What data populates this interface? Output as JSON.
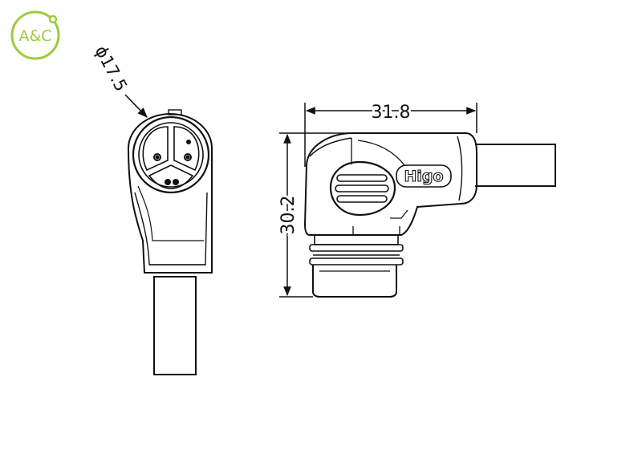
{
  "logo": {
    "text": "A&C",
    "color": "#9ccc3c"
  },
  "front_view": {
    "diameter_label": "ϕ17.5"
  },
  "side_view": {
    "width_label": "31.8",
    "height_label": "30.2",
    "brand_label": "Higo"
  },
  "colors": {
    "line": "#111111",
    "background": "#ffffff"
  }
}
